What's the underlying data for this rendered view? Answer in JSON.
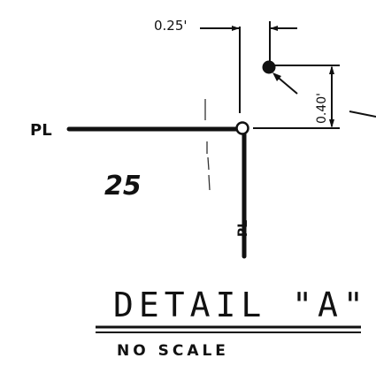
{
  "detail": {
    "dim_horizontal": "0.25'",
    "dim_vertical": "0.40'",
    "pl_label": "PL",
    "lot_number": "25",
    "title": "DETAIL \"A\"",
    "scale_note": "NO SCALE"
  }
}
